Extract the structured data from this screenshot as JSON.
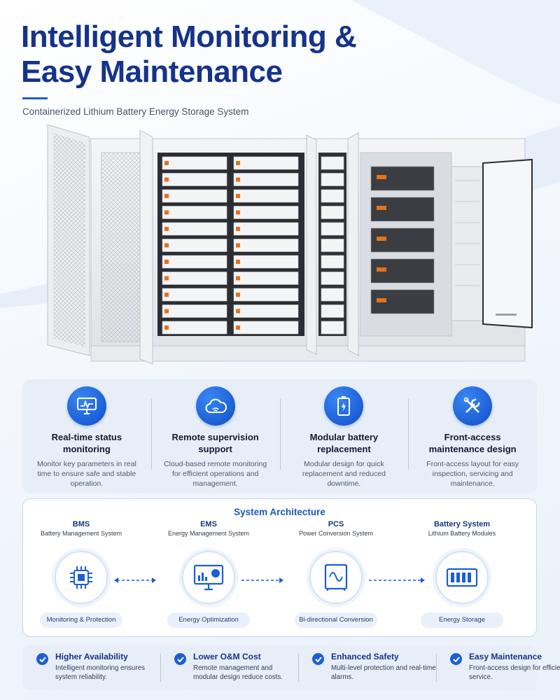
{
  "header": {
    "title_line1": "Intelligent Monitoring &",
    "title_line2": "Easy Maintenance",
    "subtitle": "Containerized Lithium Battery Energy Storage System"
  },
  "colors": {
    "brand": "#15338a",
    "accent": "#1b5fd6",
    "panel": "#e7eef8"
  },
  "features": [
    {
      "icon": "monitor-chart-icon",
      "title": "Real-time status monitoring",
      "desc": "Monitor key parameters in real time to ensure safe and stable operation."
    },
    {
      "icon": "cloud-wifi-icon",
      "title": "Remote supervision support",
      "desc": "Cloud-based remote monitoring for efficient operations and management."
    },
    {
      "icon": "battery-bolt-icon",
      "title": "Modular battery replacement",
      "desc": "Modular design for quick replacement and reduced downtime."
    },
    {
      "icon": "tools-icon",
      "title": "Front-access maintenance design",
      "desc": "Front-access layout for easy inspection, servicing and maintenance."
    }
  ],
  "architecture": {
    "title": "System Architecture",
    "items": [
      {
        "name": "BMS",
        "sub": "Battery Management System",
        "icon": "chip-icon",
        "pill": "Monitoring & Protection"
      },
      {
        "name": "EMS",
        "sub": "Energy Management System",
        "icon": "dashboard-monitor-icon",
        "pill": "Energy Optimization"
      },
      {
        "name": "PCS",
        "sub": "Power Conversion System",
        "icon": "converter-cabinet-icon",
        "pill": "Bi-directional Conversion"
      },
      {
        "name": "Battery System",
        "sub": "Lithium Battery Modules",
        "icon": "battery-modules-icon",
        "pill": "Energy Storage"
      }
    ]
  },
  "benefits": [
    {
      "title": "Higher Availability",
      "desc": "Intelligent monitoring ensures system reliability."
    },
    {
      "title": "Lower O&M Cost",
      "desc": "Remote management and modular design reduce costs."
    },
    {
      "title": "Enhanced Safety",
      "desc": "Multi-level protection and real-time alarms."
    },
    {
      "title": "Easy Maintenance",
      "desc": "Front-access design for efficient service."
    }
  ]
}
